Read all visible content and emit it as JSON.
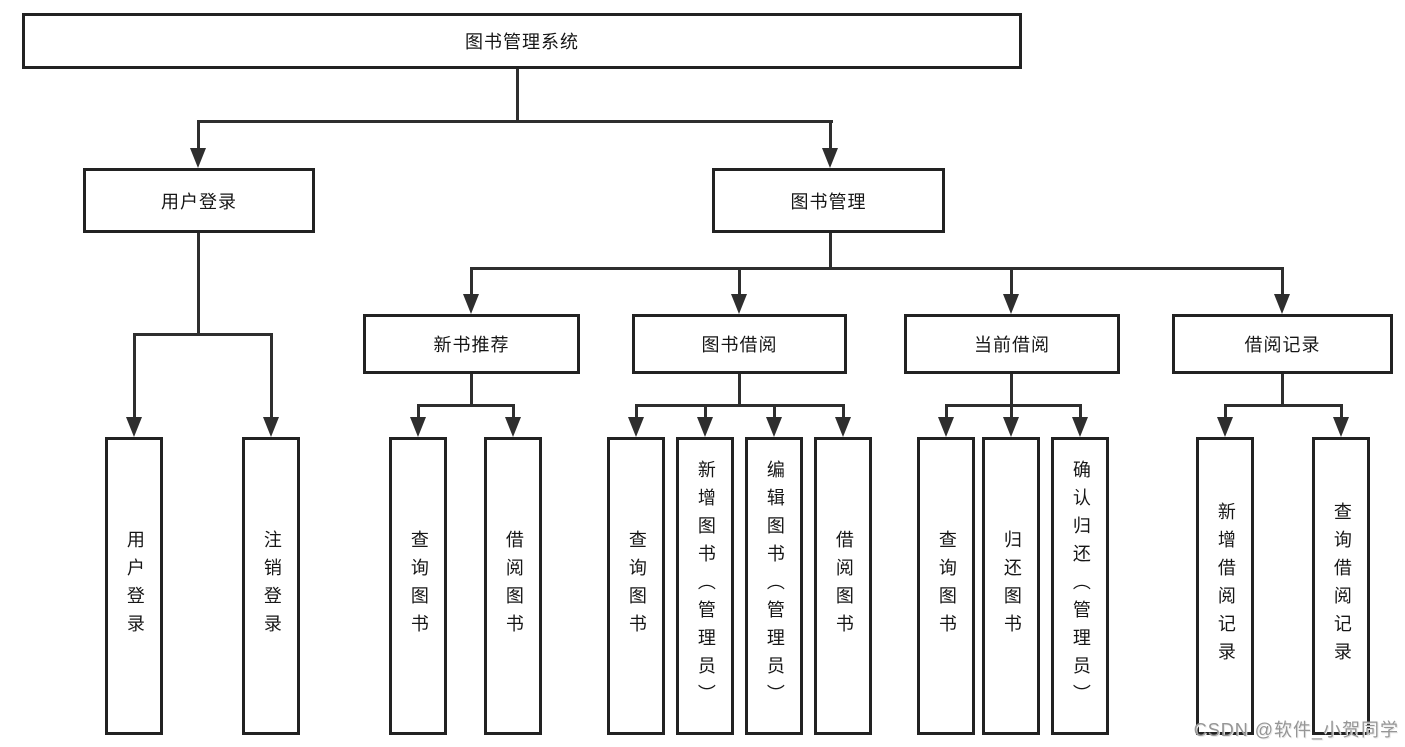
{
  "diagram_title": "图书管理系统",
  "nodes": {
    "root": {
      "label": "图书管理系统"
    },
    "user_login": {
      "label": "用户登录"
    },
    "book_mgmt": {
      "label": "图书管理"
    },
    "new_book_rec": {
      "label": "新书推荐"
    },
    "book_borrow": {
      "label": "图书借阅"
    },
    "current_borrow": {
      "label": "当前借阅"
    },
    "borrow_records": {
      "label": "借阅记录"
    },
    "ul_user_login": {
      "label": "用户登录"
    },
    "ul_logout": {
      "label": "注销登录"
    },
    "nbr_query_books": {
      "label": "查询图书"
    },
    "nbr_borrow_books": {
      "label": "借阅图书"
    },
    "bb_query_books": {
      "label": "查询图书"
    },
    "bb_add_books": {
      "label": "新增图书（管理员）"
    },
    "bb_edit_books": {
      "label": "编辑图书（管理员）"
    },
    "bb_borrow_books": {
      "label": "借阅图书"
    },
    "cb_query_books": {
      "label": "查询图书"
    },
    "cb_return_books": {
      "label": "归还图书"
    },
    "cb_confirm_return": {
      "label": "确认归还（管理员）"
    },
    "br_add_record": {
      "label": "新增借阅记录"
    },
    "br_query_record": {
      "label": "查询借阅记录"
    }
  },
  "watermark": {
    "text": "CSDN @软件_小贺同学"
  },
  "colors": {
    "background": "#ffffff",
    "box_border": "#222222",
    "line": "#2e2e2e",
    "text": "#161616",
    "watermark": "#969696"
  }
}
